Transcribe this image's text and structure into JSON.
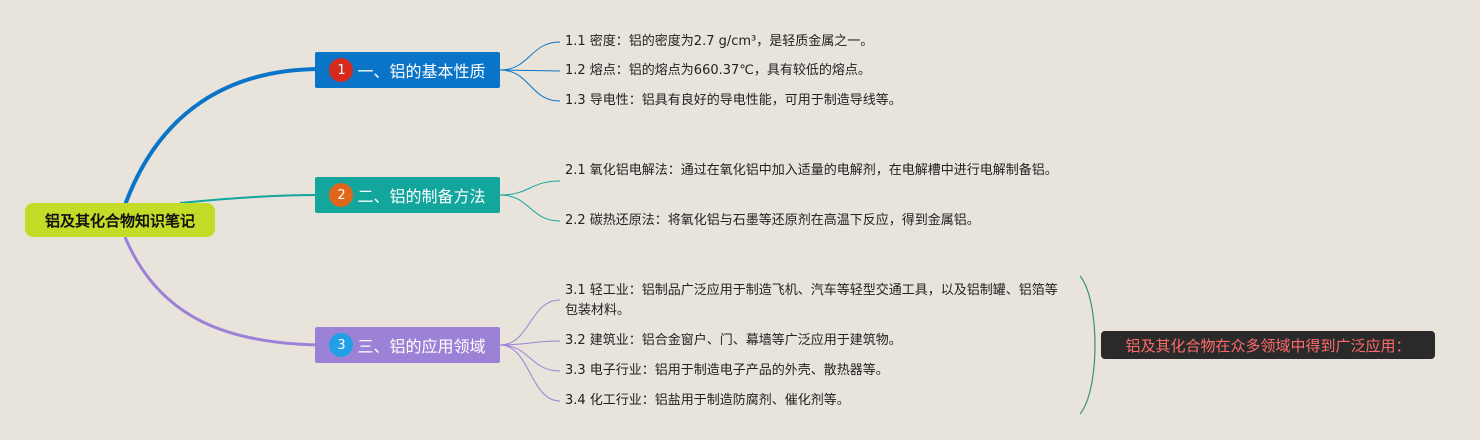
{
  "root": {
    "label": "铝及其化合物知识笔记"
  },
  "branches": [
    {
      "number": "1",
      "label": "一、铝的基本性质",
      "color": "#0a75c8",
      "badge_color": "#d62a1e",
      "children": [
        "1.1 密度：铝的密度为2.7 g/cm³，是轻质金属之一。",
        "1.2 熔点：铝的熔点为660.37℃，具有较低的熔点。",
        "1.3 导电性：铝具有良好的导电性能，可用于制造导线等。"
      ]
    },
    {
      "number": "2",
      "label": "二、铝的制备方法",
      "color": "#12a69c",
      "badge_color": "#e0661c",
      "children": [
        "2.1 氧化铝电解法：通过在氧化铝中加入适量的电解剂，在电解槽中进行电解制备铝。",
        "2.2 碳热还原法：将氧化铝与石墨等还原剂在高温下反应，得到金属铝。"
      ]
    },
    {
      "number": "3",
      "label": "三、铝的应用领域",
      "color": "#9b82d6",
      "badge_color": "#22a0e6",
      "children": [
        "3.1 轻工业：铝制品广泛应用于制造飞机、汽车等轻型交通工具，以及铝制罐、铝箔等包装材料。",
        "3.2 建筑业：铝合金窗户、门、幕墙等广泛应用于建筑物。",
        "3.3 电子行业：铝用于制造电子产品的外壳、散热器等。",
        "3.4 化工行业：铝盐用于制造防腐剂、催化剂等。"
      ]
    }
  ],
  "summary": {
    "label": "铝及其化合物在众多领域中得到广泛应用："
  }
}
